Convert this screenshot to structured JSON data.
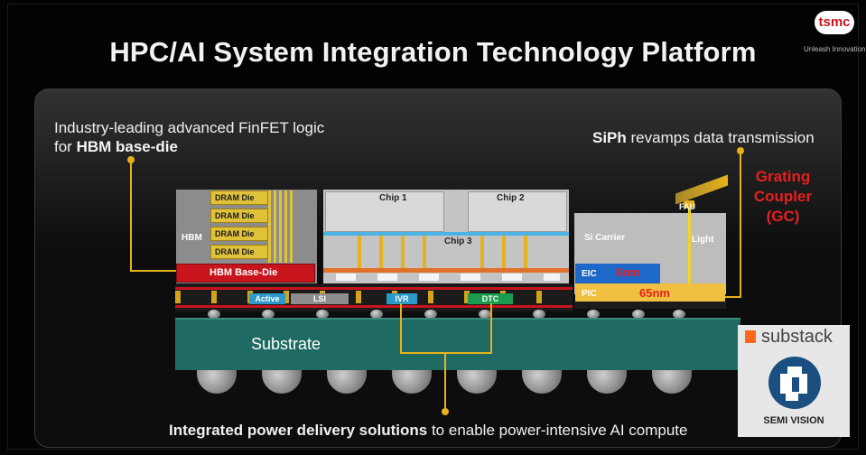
{
  "slide": {
    "title": "HPC/AI System Integration Technology Platform",
    "logo_text": "tsmc",
    "logo_tagline": "Unleash Innovation"
  },
  "captions": {
    "hbm_line1": "Industry-leading advanced FinFET logic",
    "hbm_line2_prefix": "for ",
    "hbm_line2_bold": "HBM base-die",
    "siph_bold": "SiPh",
    "siph_rest": " revamps data transmission",
    "power_bold": "Integrated power delivery solutions",
    "power_rest": " to enable power-intensive AI compute"
  },
  "hbm": {
    "label": "HBM",
    "dram_dies": [
      "DRAM Die",
      "DRAM Die",
      "DRAM Die",
      "DRAM Die"
    ],
    "base_die": "HBM Base-Die"
  },
  "compute": {
    "chip1": "Chip 1",
    "chip2": "Chip 2",
    "chip3": "Chip 3"
  },
  "interposer": {
    "active": "Active",
    "lsi": "LSI",
    "ivr": "IVR",
    "dtc": "DTC"
  },
  "substrate": {
    "label": "Substrate"
  },
  "siph": {
    "si_carrier": "Si Carrier",
    "light": "Light",
    "fau": "FAU",
    "eic": "EIC",
    "eic_node": "6nm",
    "pic": "PIC",
    "pic_node": "65nm",
    "grating_line1": "Grating",
    "grating_line2": "Coupler",
    "grating_line3": "(GC)"
  },
  "watermark": {
    "brand": "substack",
    "caption": "SEMI VISION"
  },
  "colors": {
    "gold": "#e6b21c",
    "substrate": "#1f6b63",
    "hbm_red": "#c8141c",
    "eic_blue": "#1e68c9",
    "annotation_red": "#e81f1f"
  }
}
